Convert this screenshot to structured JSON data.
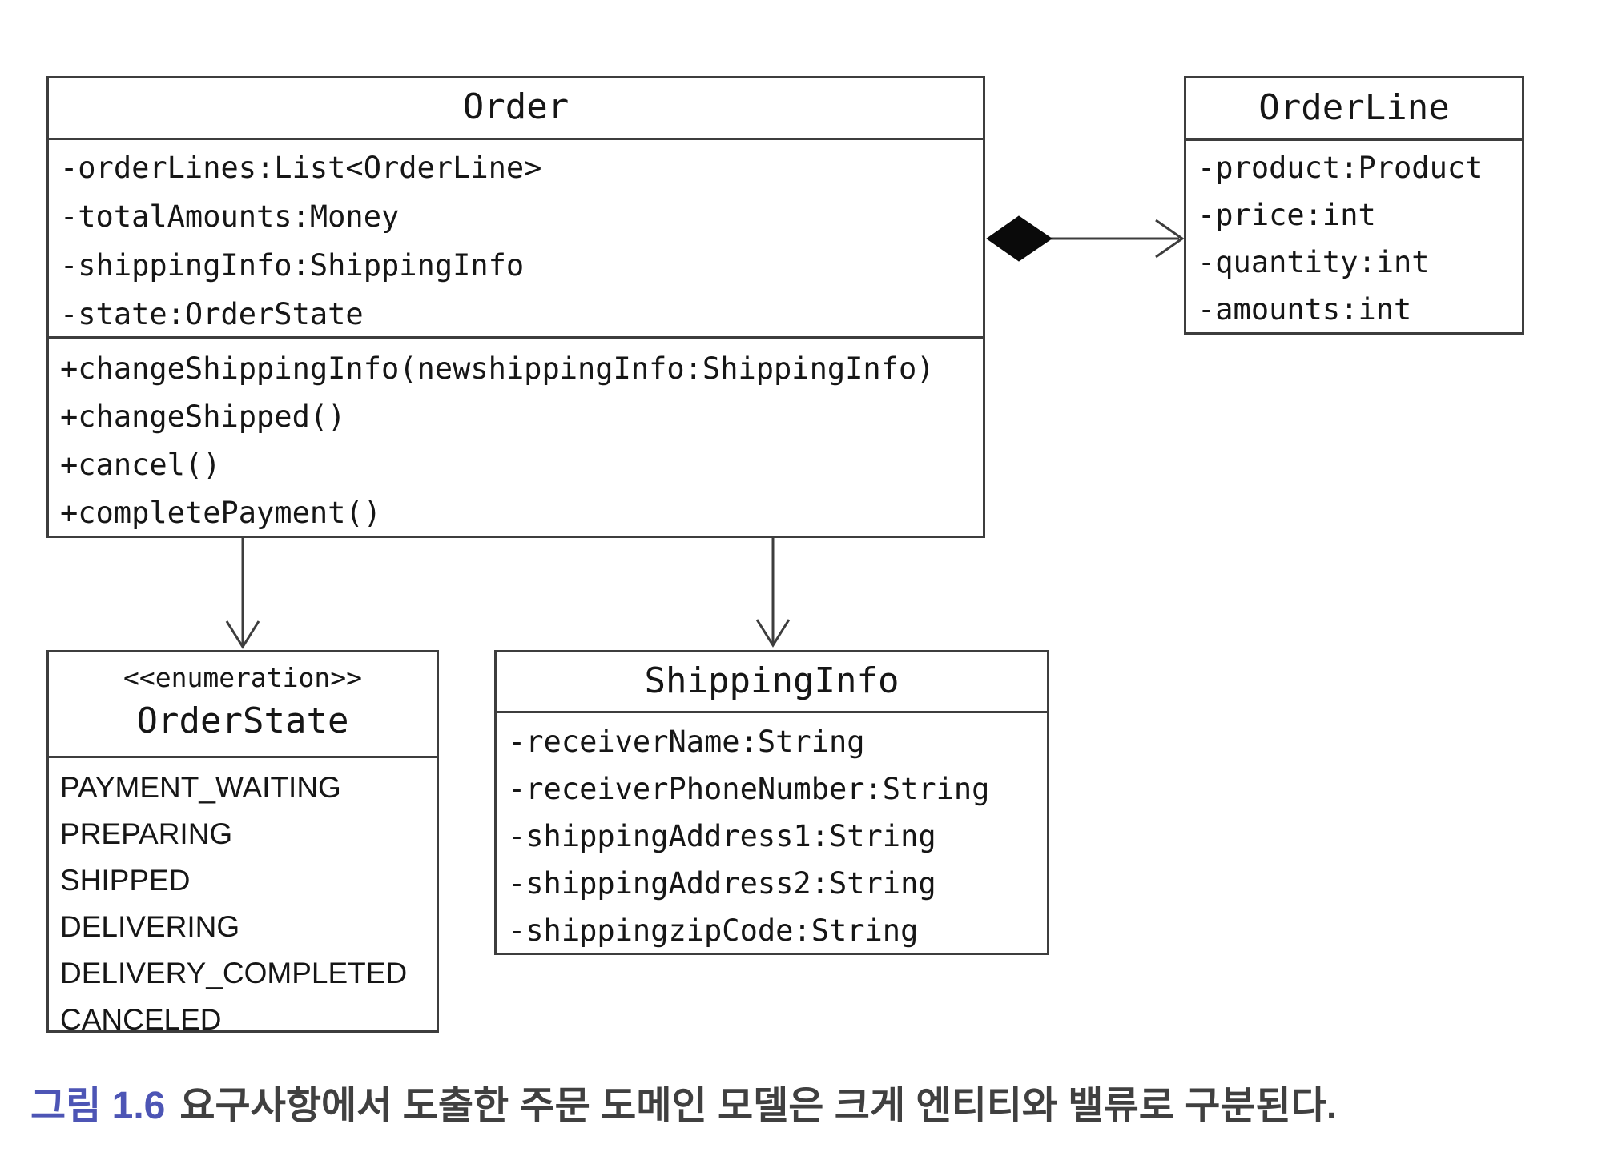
{
  "classes": {
    "order": {
      "title": "Order",
      "attributes": [
        "-orderLines:List<OrderLine>",
        "-totalAmounts:Money",
        "-shippingInfo:ShippingInfo",
        "-state:OrderState"
      ],
      "methods": [
        "+changeShippingInfo(newshippingInfo:ShippingInfo)",
        "+changeShipped()",
        "+cancel()",
        "+completePayment()"
      ]
    },
    "orderLine": {
      "title": "OrderLine",
      "attributes": [
        "-product:Product",
        "-price:int",
        "-quantity:int",
        "-amounts:int"
      ]
    },
    "orderState": {
      "stereotype": "<<enumeration>>",
      "title": "OrderState",
      "values": [
        "PAYMENT_WAITING",
        "PREPARING",
        "SHIPPED",
        "DELIVERING",
        "DELIVERY_COMPLETED",
        "CANCELED"
      ]
    },
    "shippingInfo": {
      "title": "ShippingInfo",
      "attributes": [
        "-receiverName:String",
        "-receiverPhoneNumber:String",
        "-shippingAddress1:String",
        "-shippingAddress2:String",
        "-shippingzipCode:String"
      ]
    }
  },
  "relationships": [
    {
      "from": "Order",
      "to": "OrderLine",
      "type": "composition"
    },
    {
      "from": "Order",
      "to": "OrderState",
      "type": "directed-association"
    },
    {
      "from": "Order",
      "to": "ShippingInfo",
      "type": "directed-association"
    }
  ],
  "caption": {
    "label": "그림 1.6",
    "text": "요구사항에서 도출한 주문 도메인 모델은 크게 엔티티와 밸류로 구분된다."
  },
  "colors": {
    "line": "#3d3d3d",
    "text": "#161616",
    "diamond_fill": "#0a0a0a",
    "caption_accent": "#4d55b5",
    "caption_text": "#404040",
    "background": "#ffffff"
  }
}
